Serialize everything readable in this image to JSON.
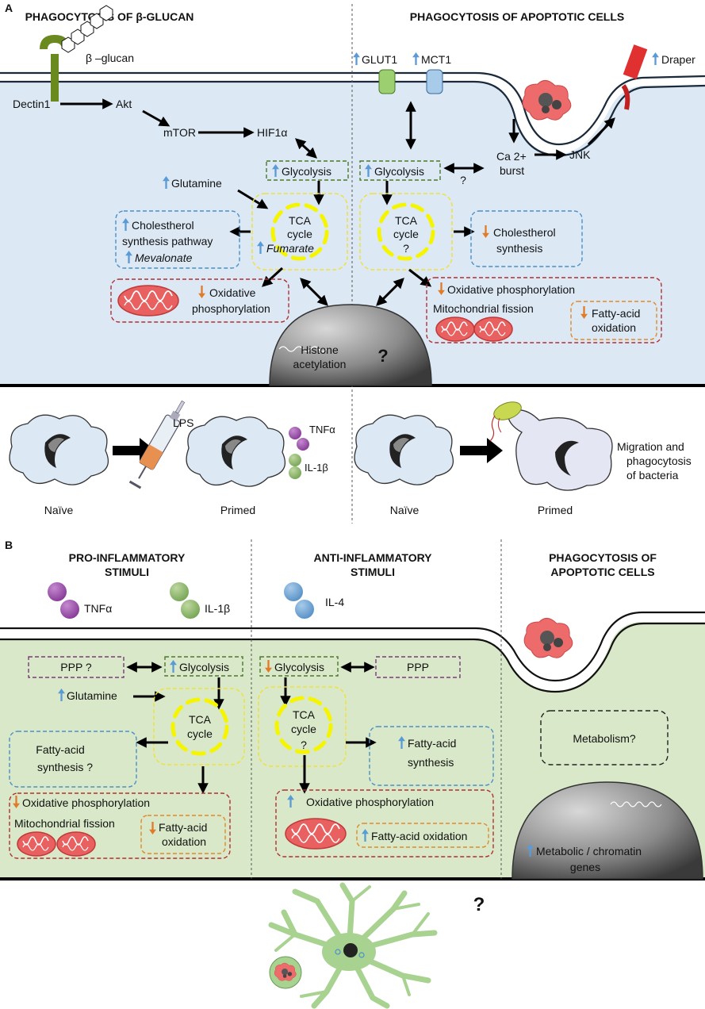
{
  "panel_a": {
    "letter": "A",
    "header_left": "PHAGOCYTOSIS OF β-GLUCAN",
    "header_right": "PHAGOCYTOSIS OF APOPTOTIC CELLS",
    "b_glucan": "β –glucan",
    "glut1": "GLUT1",
    "mct1": "MCT1",
    "draper": "Draper",
    "dectin1": "Dectin1",
    "akt": "Akt",
    "mtor": "mTOR",
    "hif1a": "HIF1α",
    "glycolysis": "Glycolysis",
    "glutamine": "Glutamine",
    "ca_burst_1": "Ca 2+",
    "ca_burst_2": "burst",
    "jnk": "JNK",
    "question": "?",
    "tca_1": "TCA",
    "tca_2": "cycle",
    "fumarate": "Fumarate",
    "chol_path_1": "Cholestherol",
    "chol_path_2": "synthesis pathway",
    "mevalonate": "Mevalonate",
    "chol_syn_1": "Cholestherol",
    "chol_syn_2": "synthesis",
    "oxphos_1": "Oxidative",
    "oxphos_2": "phosphorylation",
    "oxphos_full": "Oxidative phosphorylation",
    "mito_fission": "Mitochondrial fission",
    "fao_1": "Fatty-acid",
    "fao_2": "oxidation",
    "histone_1": "Histone",
    "histone_2": "acetylation",
    "lps": "LPS",
    "tnfa": "TNFα",
    "il1b": "IL-1β",
    "naive": "Naïve",
    "primed": "Primed",
    "migration_1": "Migration and",
    "migration_2": "phagocytosis",
    "migration_3": "of bacteria"
  },
  "panel_b": {
    "letter": "B",
    "h1_1": "PRO-INFLAMMATORY",
    "h1_2": "STIMULI",
    "h2_1": "ANTI-INFLAMMATORY",
    "h2_2": "STIMULI",
    "h3_1": "PHAGOCYTOSIS OF",
    "h3_2": "APOPTOTIC CELLS",
    "tnfa": "TNFα",
    "il1b": "IL-1β",
    "il4": "IL-4",
    "ppp_q": "PPP ?",
    "ppp": "PPP",
    "glycolysis": "Glycolysis",
    "glutamine": "Glutamine",
    "tca_1": "TCA",
    "tca_2": "cycle",
    "question": "?",
    "fas_q_1": "Fatty-acid",
    "fas_q_2": "synthesis ?",
    "fas_1": "Fatty-acid",
    "fas_2": "synthesis",
    "oxphos": "Oxidative phosphorylation",
    "mito_fission": "Mitochondrial fission",
    "fao_1": "Fatty-acid",
    "fao_2": "oxidation",
    "fao_full": "Fatty-acid oxidation",
    "metabolism": "Metabolism?",
    "genes_1": "Metabolic / chromatin",
    "genes_2": "genes",
    "bottom_q": "?"
  },
  "colors": {
    "cell_blue": "#dce9f5",
    "cell_green": "#d9e8c8",
    "up_arrow": "#5b9bd5",
    "down_arrow": "#e07b2a",
    "box_green": "#4a7a2a",
    "box_blue": "#4a90c8",
    "box_red": "#b03030",
    "box_orange": "#e08a2a",
    "box_purple": "#7a3a7a",
    "tca_yellow": "#f5f500"
  }
}
